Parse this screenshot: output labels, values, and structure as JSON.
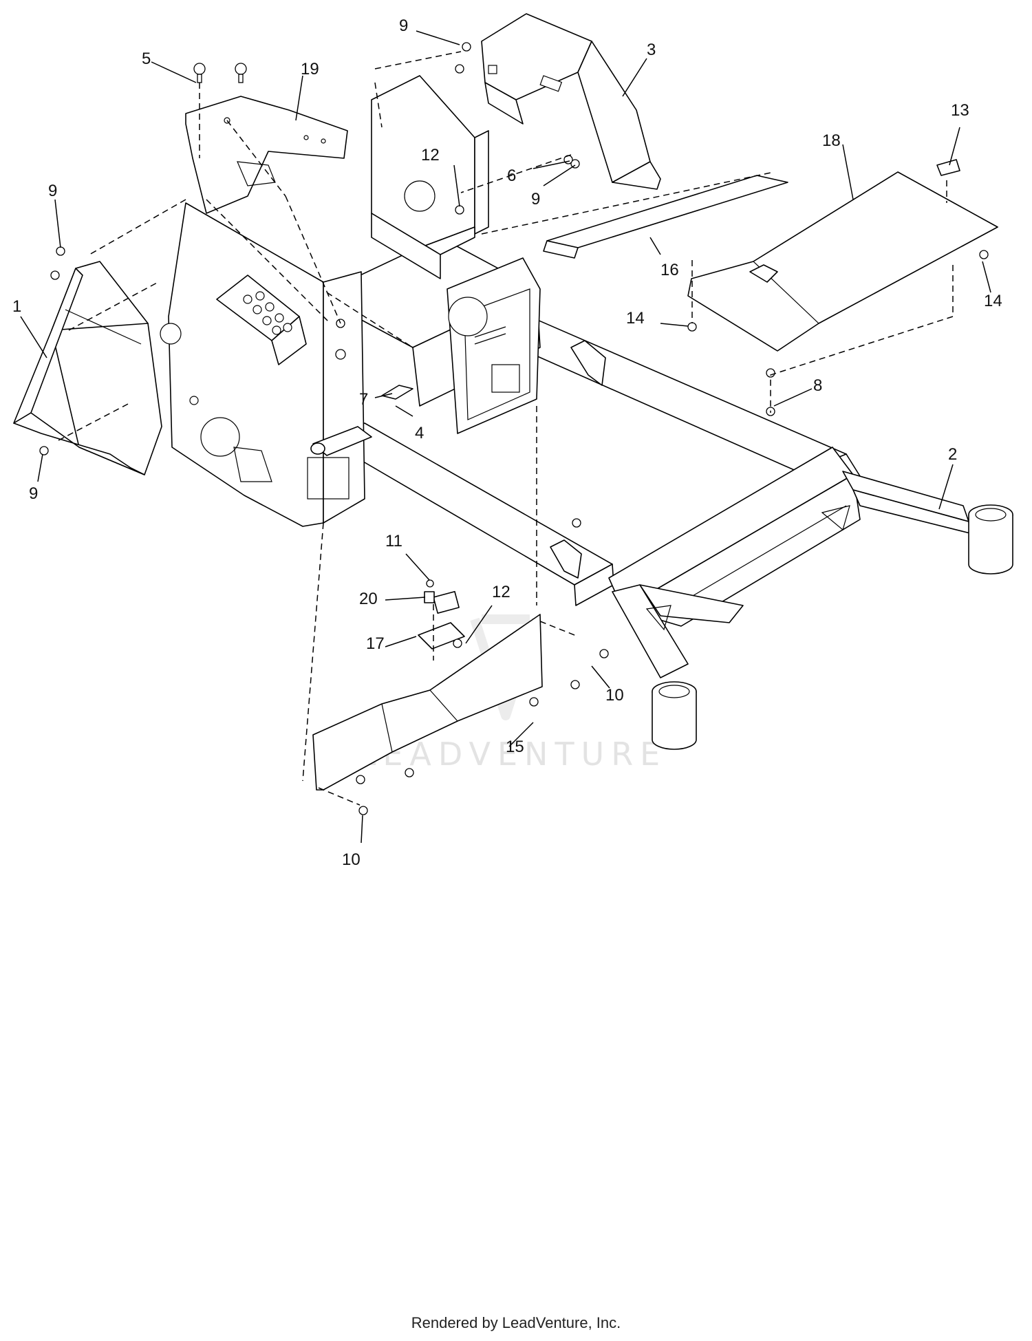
{
  "callouts": {
    "c1": "1",
    "c2": "2",
    "c3": "3",
    "c4": "4",
    "c5": "5",
    "c6": "6",
    "c7": "7",
    "c8": "8",
    "c9a": "9",
    "c9b": "9",
    "c9c": "9",
    "c9d": "9",
    "c10a": "10",
    "c10b": "10",
    "c11": "11",
    "c12a": "12",
    "c12b": "12",
    "c13": "13",
    "c14a": "14",
    "c14b": "14",
    "c15": "15",
    "c16": "16",
    "c17": "17",
    "c18": "18",
    "c19": "19",
    "c20": "20"
  },
  "watermark": {
    "text": "LEADVENTURE"
  },
  "footer": {
    "text": "Rendered by LeadVenture, Inc."
  }
}
